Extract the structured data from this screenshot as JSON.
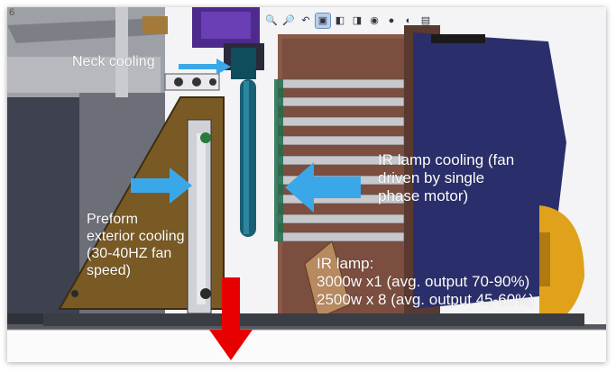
{
  "corner_glyph": "6",
  "toolbar": {
    "icons": [
      "zoom-fit-icon",
      "zoom-area-icon",
      "previous-view-icon",
      "section-view-icon",
      "view-orientation-icon",
      "display-style-icon",
      "hide-show-icon",
      "edit-appearance-icon",
      "apply-scene-icon",
      "view-settings-icon"
    ],
    "glyphs": [
      "🔍",
      "🔎",
      "↶",
      "▣",
      "◧",
      "◨",
      "◉",
      "●",
      "◐",
      "▤"
    ],
    "active_index": 3
  },
  "labels": {
    "neck_cooling": "Neck cooling",
    "ir_lamp_cooling": "IR lamp cooling (fan\ndriven by single\nphase motor)",
    "preform_cooling": "Preform\nexterior cooling\n(30-40HZ fan\nspeed)",
    "ir_lamp": "IR lamp:\n3000w x1 (avg. output 70-90%)\n2500w x 8 (avg. output 45-60%)"
  },
  "colors": {
    "cooling_arrow": "#3aa8e8",
    "exhaust_arrow": "#e60000",
    "lamp_housing": "#8a5a48",
    "fan_housing": "#7a5a24",
    "preform": "#1a5f73",
    "cabinet_blue": "#2a2f6b",
    "motor_yellow": "#e0a21a",
    "frame_grey": "#8e9096"
  }
}
